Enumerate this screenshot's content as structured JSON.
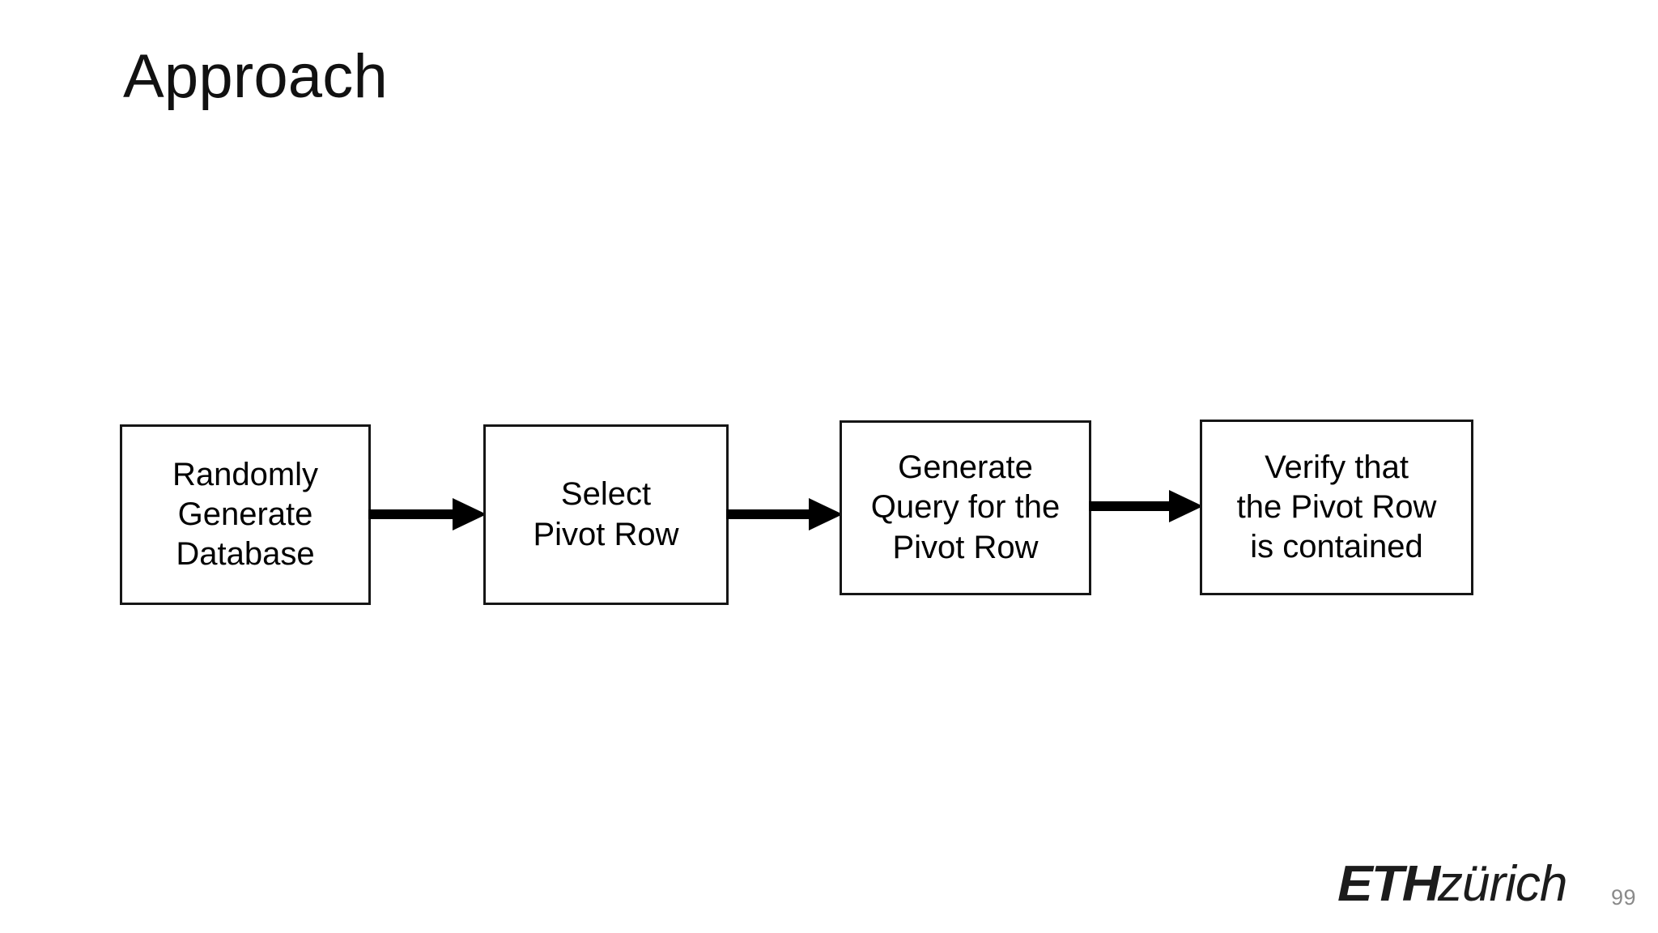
{
  "slide": {
    "title": "Approach",
    "background_color": "#ffffff",
    "page_number": "99"
  },
  "diagram": {
    "type": "horizontal-flow",
    "stroke_color": "#161616",
    "fill_color": "#ffffff",
    "arrow_color": "#000000",
    "steps": [
      {
        "id": "randomly-generate-database",
        "lines": [
          "Randomly",
          "Generate",
          "Database"
        ]
      },
      {
        "id": "select-pivot-row",
        "lines": [
          "Select",
          "Pivot Row"
        ]
      },
      {
        "id": "generate-query-for-the-pivot-row",
        "lines": [
          "Generate",
          "Query for the",
          "Pivot Row"
        ]
      },
      {
        "id": "verify-that-the-pivot-row-is-contained",
        "lines": [
          "Verify that",
          "the Pivot Row",
          "is contained"
        ]
      }
    ],
    "connectors": [
      {
        "id": "arrow-1",
        "from": "randomly-generate-database",
        "to": "select-pivot-row"
      },
      {
        "id": "arrow-2",
        "from": "select-pivot-row",
        "to": "generate-query-for-the-pivot-row"
      },
      {
        "id": "arrow-3",
        "from": "generate-query-for-the-pivot-row",
        "to": "verify-that-the-pivot-row-is-contained"
      }
    ]
  },
  "footer": {
    "logo_bold": "ETH",
    "logo_light": "zürich",
    "logo_color": "#1c1c1c",
    "page_number_color": "#8a8a8a"
  }
}
